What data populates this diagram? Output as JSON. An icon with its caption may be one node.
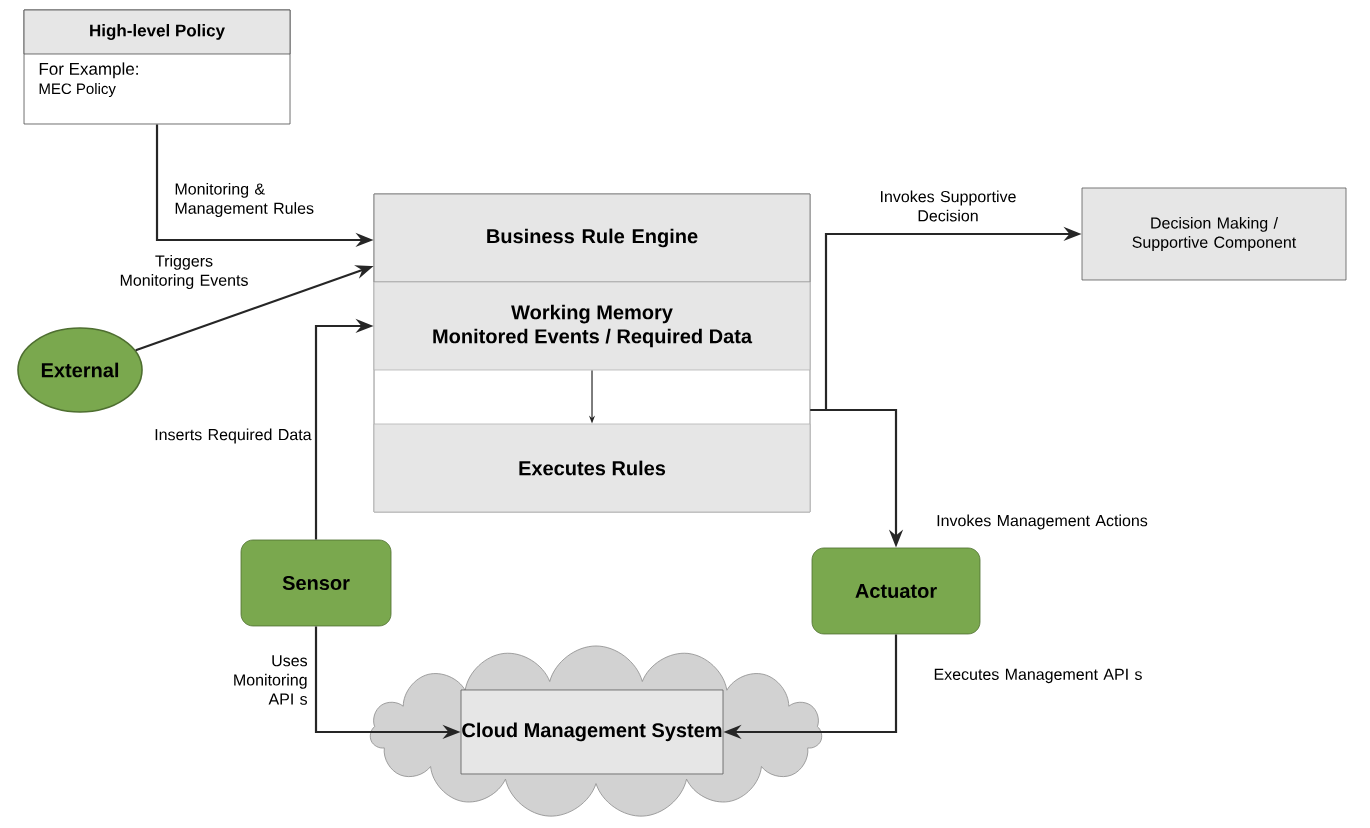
{
  "diagram": {
    "nodes": [
      {
        "text": [
          "High-level Policy",
          "For Example:",
          "MEC Policy"
        ]
      },
      {
        "text": [
          "Business Rule Engine"
        ]
      },
      {
        "text": [
          "Working Memory",
          "Monitored Events / Required Data"
        ],
        "in": 1
      },
      {
        "text": [
          "Executes Rules"
        ],
        "in": 1
      },
      {
        "text": [
          "Decision Making / Supportive Component"
        ]
      },
      {
        "text": [
          "External"
        ]
      },
      {
        "text": [
          "Sensor"
        ]
      },
      {
        "text": [
          "Actuator"
        ]
      },
      {
        "text": [],
        "shape": "cloud"
      },
      {
        "text": [
          "Cloud Management System"
        ],
        "in": 8
      }
    ],
    "edges": [
      {
        "from": 0,
        "to": 1,
        "arrow": "to",
        "label": "Monitoring & Management Rules"
      },
      {
        "from": 5,
        "to": 1,
        "arrow": "to",
        "label": "Triggers Monitoring Events"
      },
      {
        "from": 6,
        "to": 2,
        "arrow": "to",
        "label": "Inserts Required Data"
      },
      {
        "from": 2,
        "to": 3,
        "arrow": "to"
      },
      {
        "from": 1,
        "to": 4,
        "arrow": "to",
        "label": "Invokes Supportive Decision"
      },
      {
        "from": 1,
        "to": 7,
        "arrow": "to",
        "label": "Invokes Management Actions"
      },
      {
        "from": 6,
        "to": 9,
        "arrow": "to",
        "label": "Uses Monitoring API s"
      },
      {
        "from": 7,
        "to": 9,
        "arrow": "to",
        "label": "Executes Management API s"
      }
    ]
  }
}
